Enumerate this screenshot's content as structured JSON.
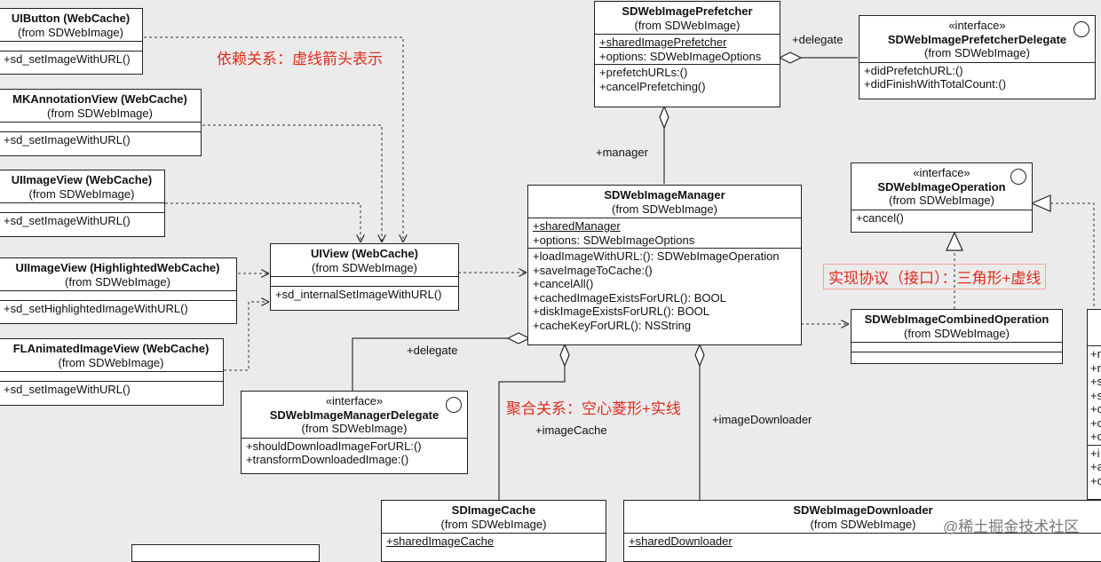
{
  "classes": {
    "uibutton": {
      "name": "UIButton (WebCache)",
      "from": "(from SDWebImage)",
      "ops": [
        "+sd_setImageWithURL()"
      ]
    },
    "mkannotation": {
      "name": "MKAnnotationView (WebCache)",
      "from": "(from SDWebImage)",
      "ops": [
        "+sd_setImageWithURL()"
      ]
    },
    "uiimageview": {
      "name": "UIImageView (WebCache)",
      "from": "(from SDWebImage)",
      "ops": [
        "+sd_setImageWithURL()"
      ]
    },
    "uiimageview_hl": {
      "name": "UIImageView (HighlightedWebCache)",
      "from": "(from SDWebImage)",
      "ops": [
        "+sd_setHighlightedImageWithURL()"
      ]
    },
    "flanimated": {
      "name": "FLAnimatedImageView (WebCache)",
      "from": "(from SDWebImage)",
      "ops": [
        "+sd_setImageWithURL()"
      ]
    },
    "uiview": {
      "name": "UIView (WebCache)",
      "from": "(from SDWebImage)",
      "ops": [
        "+sd_internalSetImageWithURL()"
      ]
    },
    "prefetcher": {
      "name": "SDWebImagePrefetcher",
      "from": "(from SDWebImage)",
      "attrs": [
        "+sharedImagePrefetcher",
        "+options: SDWebImageOptions"
      ],
      "ops": [
        "+prefetchURLs:()",
        "+cancelPrefetching()"
      ]
    },
    "prefetcher_delegate": {
      "stereotype": "«interface»",
      "name": "SDWebImagePrefetcherDelegate",
      "from": "(from SDWebImage)",
      "ops": [
        "+didPrefetchURL:()",
        "+didFinishWithTotalCount:()"
      ]
    },
    "manager": {
      "name": "SDWebImageManager",
      "from": "(from SDWebImage)",
      "attrs": [
        "+sharedManager",
        "+options: SDWebImageOptions"
      ],
      "ops": [
        "+loadImageWithURL:(): SDWebImageOperation",
        "+saveImageToCache:()",
        "+cancelAll()",
        "+cachedImageExistsForURL(): BOOL",
        "+diskImageExistsForURL(): BOOL",
        "+cacheKeyForURL(): NSString"
      ]
    },
    "operation": {
      "stereotype": "«interface»",
      "name": "SDWebImageOperation",
      "from": "(from SDWebImage)",
      "ops": [
        "+cancel()"
      ]
    },
    "combined": {
      "name": "SDWebImageCombinedOperation",
      "from": "(from SDWebImage)"
    },
    "manager_delegate": {
      "stereotype": "«interface»",
      "name": "SDWebImageManagerDelegate",
      "from": "(from SDWebImage)",
      "ops": [
        "+shouldDownloadImageForURL:()",
        "+transformDownloadedImage:()"
      ]
    },
    "imagecache": {
      "name": "SDImageCache",
      "from": "(from SDWebImage)",
      "attrs": [
        "+sharedImageCache"
      ]
    },
    "downloader": {
      "name": "SDWebImageDownloader",
      "from": "(from SDWebImage)",
      "attrs": [
        "+sharedDownloader"
      ]
    },
    "partial_right": {
      "attrs": [
        "+r",
        "+r",
        "+s",
        "+s",
        "+c",
        "+c",
        "+c"
      ],
      "ops": [
        "+i",
        "+a",
        "+c"
      ]
    }
  },
  "roles": {
    "delegate_top": "+delegate",
    "manager": "+manager",
    "delegate_mgr": "+delegate",
    "imageCache": "+imageCache",
    "imageDownloader": "+imageDownloader"
  },
  "notes": {
    "dependency": "依赖关系：虚线箭头表示",
    "realization": "实现协议（接口）：三角形+虚线",
    "aggregation": "聚合关系：空心菱形+实线"
  },
  "watermark": "@稀土掘金技术社区",
  "colors": {
    "note": "#e02b1f",
    "background": "#ebebeb",
    "line": "#222222"
  }
}
